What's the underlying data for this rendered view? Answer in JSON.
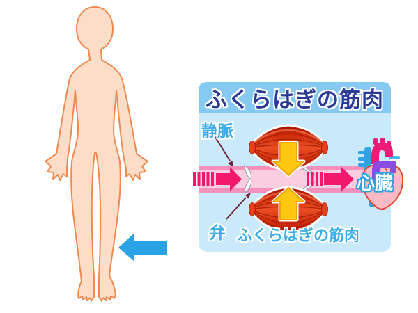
{
  "illustration": {
    "title": "ふくらはぎの筋肉",
    "vein_label": "静脈",
    "valve_label": "弁",
    "muscle_label": "ふくらはぎの筋肉",
    "heart_label": "心臓"
  },
  "icons": {
    "heart": "anatomical-heart-icon",
    "calf_pointer": "left-arrow-icon",
    "blood_flow": "right-arrow-dashed-icon",
    "muscle_squeeze": "up-down-arrow-icons"
  },
  "colors": {
    "page_bg": "#FFFFFF",
    "panel_bg": "#CAE9FB",
    "header_bg": "#87CAF1",
    "title_text": "#2B3A94",
    "label_blue": "#3FAEE8",
    "skin": "#FCDDC7",
    "skin_outline": "#F0894F",
    "calf_pointer_blue": "#2BA2E6",
    "vein_outer_pink": "#F591BB",
    "vein_inner_pink": "#FACDE0",
    "blood_arrow_magenta": "#F2186E",
    "muscle_red": "#D6300D",
    "squeeze_arrow_yellow": "#FFC712",
    "squeeze_arrow_edge": "#F0A307",
    "pointer_line_maroon": "#6E2737",
    "heart_pink": "#F9BAC6",
    "heart_outline": "#E5492D",
    "aorta_purple": "#8A4BE2",
    "artery_magenta": "#ED1C78",
    "vessel_blue": "#2FA3E6"
  }
}
